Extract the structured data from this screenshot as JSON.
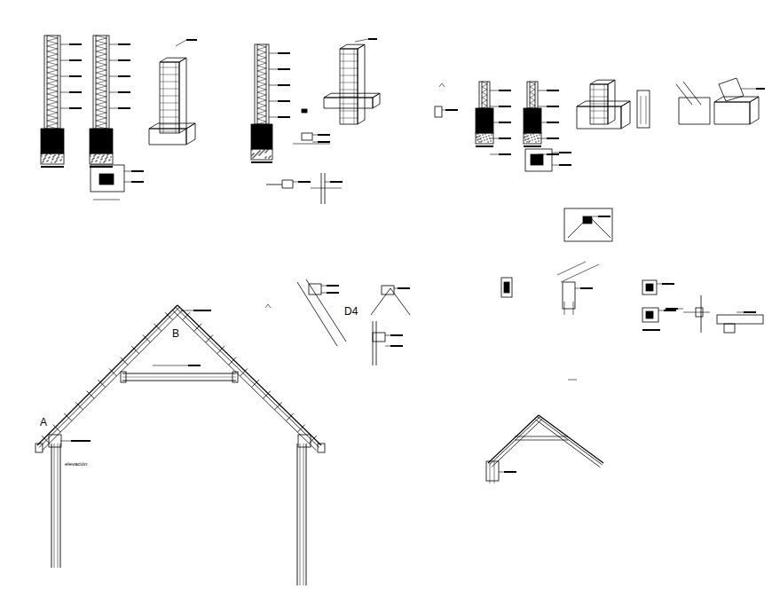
{
  "diagram": {
    "labels": [
      "A",
      "B",
      "D4",
      "elevación"
    ]
  }
}
